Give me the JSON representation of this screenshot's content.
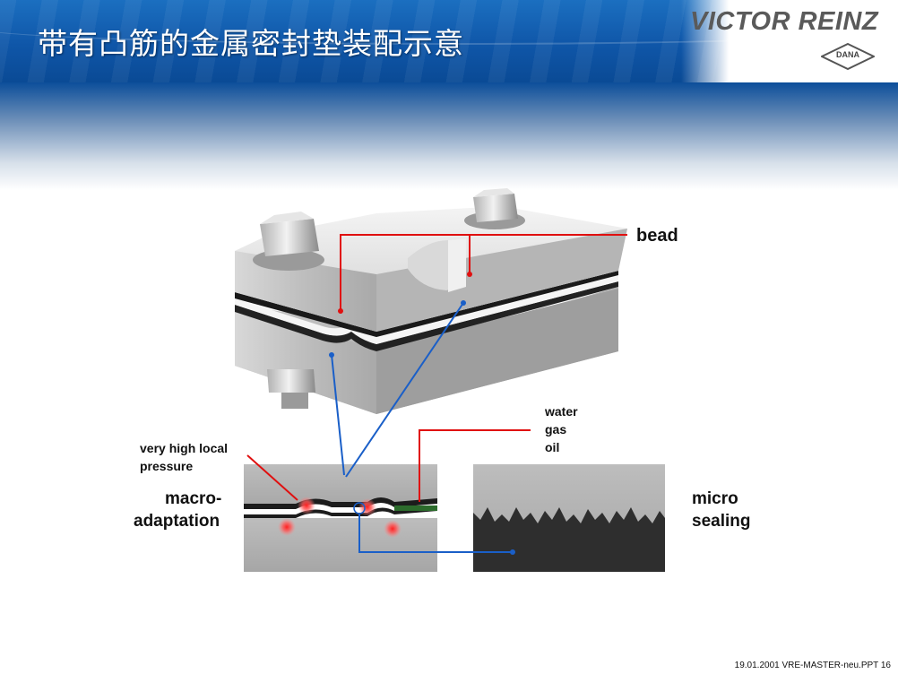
{
  "header": {
    "title": "带有凸筋的金属密封垫装配示意",
    "brand": "VICTOR REINZ",
    "sub_brand": "DANA",
    "brand_color": "#5a5a5a",
    "header_color": "#0f56a8"
  },
  "diagram": {
    "bead_label": "bead",
    "media_labels": [
      "water",
      "gas",
      "oil"
    ],
    "pressure_label": [
      "very high local",
      "pressure"
    ],
    "macro_label": [
      "macro-",
      "adaptation"
    ],
    "micro_label": [
      "micro",
      "sealing"
    ],
    "leader_colors": {
      "red": "#e01010",
      "blue": "#1a5fc8"
    }
  },
  "footer": {
    "text": "19.01.2001 VRE-MASTER-neu.PPT 16"
  }
}
